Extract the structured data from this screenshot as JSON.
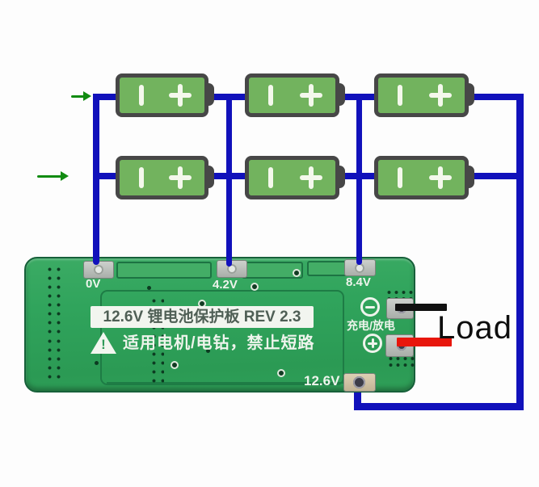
{
  "pack": {
    "battery_count": 6,
    "icons": {
      "negative_terminal": "vertical-bar",
      "positive_terminal": "plus",
      "flow_arrow": "right-arrow"
    }
  },
  "board": {
    "banner_text": "12.6V 锂电池保护板 REV 2.3",
    "warning_icon_text": "!",
    "warning_text": "适用电机/电钻，禁止短路",
    "charge_discharge_label": "充电/放电",
    "pads": [
      {
        "label": "0V"
      },
      {
        "label": "4.2V"
      },
      {
        "label": "8.4V"
      },
      {
        "label": "12.6V"
      }
    ],
    "terminal_icons": {
      "negative": "circle-minus",
      "positive": "circle-plus"
    }
  },
  "load": {
    "label": "Load"
  },
  "colors": {
    "wire_blue": "#1111bb",
    "arrow_green": "#118b11",
    "battery_green": "#72b35e",
    "battery_border": "#474747",
    "pcb_green": "#30a45c",
    "load_negative_wire": "#111111",
    "load_positive_wire": "#e8160c",
    "pad_silver": "#b9beb9",
    "silkscreen_white": "#eef4ec"
  }
}
